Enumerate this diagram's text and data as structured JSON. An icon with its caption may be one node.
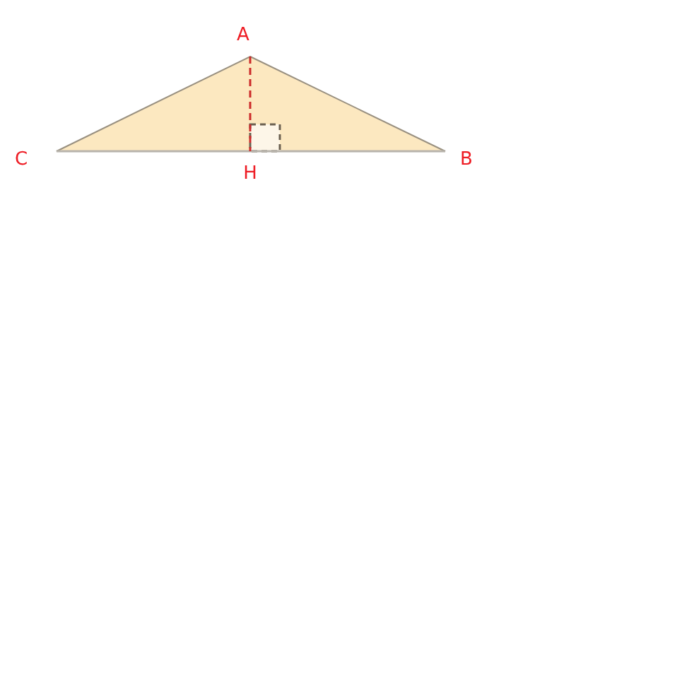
{
  "diagram": {
    "labels": [
      "A",
      "C",
      "B",
      "H"
    ]
  }
}
